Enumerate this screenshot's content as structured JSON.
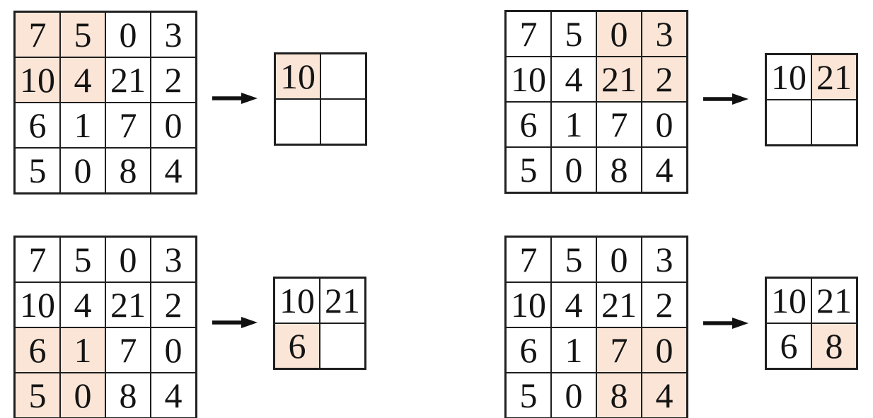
{
  "colors": {
    "highlight": "#fbe5d6",
    "grid_line": "#1f1f1f",
    "text": "#141414",
    "background": "#ffffff",
    "arrow": "#111111"
  },
  "panels": [
    {
      "input": {
        "rows": [
          [
            "7",
            "5",
            "0",
            "3"
          ],
          [
            "10",
            "4",
            "21",
            "2"
          ],
          [
            "6",
            "1",
            "7",
            "0"
          ],
          [
            "5",
            "0",
            "8",
            "4"
          ]
        ],
        "highlighted_cells": [
          [
            0,
            0
          ],
          [
            0,
            1
          ],
          [
            1,
            0
          ],
          [
            1,
            1
          ]
        ]
      },
      "output": {
        "rows": [
          [
            "10",
            ""
          ],
          [
            "",
            ""
          ]
        ],
        "highlighted_cells": [
          [
            0,
            0
          ]
        ]
      }
    },
    {
      "input": {
        "rows": [
          [
            "7",
            "5",
            "0",
            "3"
          ],
          [
            "10",
            "4",
            "21",
            "2"
          ],
          [
            "6",
            "1",
            "7",
            "0"
          ],
          [
            "5",
            "0",
            "8",
            "4"
          ]
        ],
        "highlighted_cells": [
          [
            0,
            2
          ],
          [
            0,
            3
          ],
          [
            1,
            2
          ],
          [
            1,
            3
          ]
        ]
      },
      "output": {
        "rows": [
          [
            "10",
            "21"
          ],
          [
            "",
            ""
          ]
        ],
        "highlighted_cells": [
          [
            0,
            1
          ]
        ]
      }
    },
    {
      "input": {
        "rows": [
          [
            "7",
            "5",
            "0",
            "3"
          ],
          [
            "10",
            "4",
            "21",
            "2"
          ],
          [
            "6",
            "1",
            "7",
            "0"
          ],
          [
            "5",
            "0",
            "8",
            "4"
          ]
        ],
        "highlighted_cells": [
          [
            2,
            0
          ],
          [
            2,
            1
          ],
          [
            3,
            0
          ],
          [
            3,
            1
          ]
        ]
      },
      "output": {
        "rows": [
          [
            "10",
            "21"
          ],
          [
            "6",
            ""
          ]
        ],
        "highlighted_cells": [
          [
            1,
            0
          ]
        ]
      }
    },
    {
      "input": {
        "rows": [
          [
            "7",
            "5",
            "0",
            "3"
          ],
          [
            "10",
            "4",
            "21",
            "2"
          ],
          [
            "6",
            "1",
            "7",
            "0"
          ],
          [
            "5",
            "0",
            "8",
            "4"
          ]
        ],
        "highlighted_cells": [
          [
            2,
            2
          ],
          [
            2,
            3
          ],
          [
            3,
            2
          ],
          [
            3,
            3
          ]
        ]
      },
      "output": {
        "rows": [
          [
            "10",
            "21"
          ],
          [
            "6",
            "8"
          ]
        ],
        "highlighted_cells": [
          [
            1,
            1
          ]
        ]
      }
    }
  ]
}
